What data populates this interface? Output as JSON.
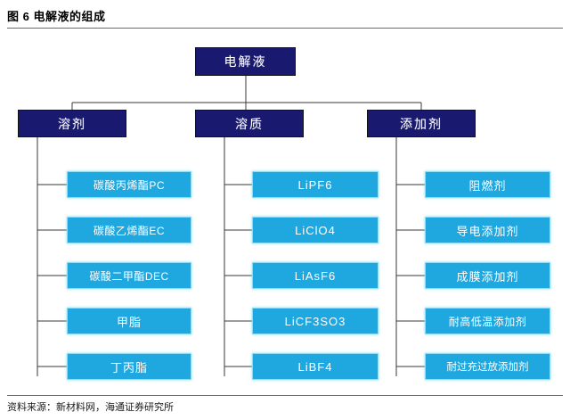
{
  "header": {
    "figure_label": "图 6",
    "title": "电解液的组成",
    "full_title": "图 6  电解液的组成"
  },
  "footer": {
    "source": "资料来源：新材料网，海通证券研究所"
  },
  "colors": {
    "branch_fill": "#191970",
    "branch_border": "#111111",
    "leaf_fill": "#1fa8e0",
    "leaf_border": "#8fdcf5",
    "connector": "#3a3a3a",
    "rule": "#6b6b6b",
    "text_light": "#ffffff",
    "text_dark": "#000000",
    "background": "#ffffff"
  },
  "diagram": {
    "type": "tree",
    "root": {
      "label": "电解液"
    },
    "branches": [
      {
        "id": "solvent",
        "label": "溶剂",
        "children": [
          {
            "label": "碳酸丙烯酯PC"
          },
          {
            "label": "碳酸乙烯酯EC"
          },
          {
            "label": "碳酸二甲酯DEC"
          },
          {
            "label": "甲脂"
          },
          {
            "label": "丁丙脂"
          }
        ]
      },
      {
        "id": "solute",
        "label": "溶质",
        "children": [
          {
            "label": "LiPF6"
          },
          {
            "label": "LiClO4"
          },
          {
            "label": "LiAsF6"
          },
          {
            "label": "LiCF3SO3"
          },
          {
            "label": "LiBF4"
          }
        ]
      },
      {
        "id": "additive",
        "label": "添加剂",
        "children": [
          {
            "label": "阻燃剂"
          },
          {
            "label": "导电添加剂"
          },
          {
            "label": "成膜添加剂"
          },
          {
            "label": "耐高低温添加剂"
          },
          {
            "label": "耐过充过放添加剂"
          }
        ]
      }
    ]
  }
}
